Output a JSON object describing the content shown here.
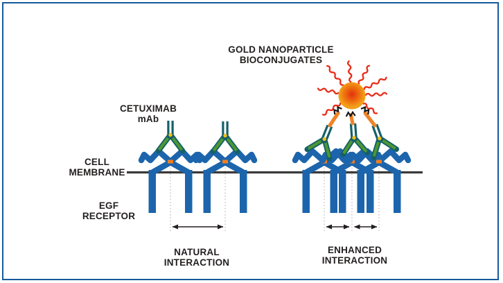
{
  "title": {
    "line1": "GOLD NANOPARTICLE",
    "line2": "BIOCONJUGATES"
  },
  "labels": {
    "cetuximab": {
      "line1": "CETUXIMAB",
      "line2": "mAb"
    },
    "cell_membrane": {
      "line1": "CELL",
      "line2": "MEMBRANE"
    },
    "egf_receptor": {
      "line1": "EGF",
      "line2": "RECEPTOR"
    },
    "natural": {
      "line1": "NATURAL",
      "line2": "INTERACTION"
    },
    "enhanced": {
      "line1": "ENHANCED",
      "line2": "INTERACTION"
    }
  },
  "palette": {
    "border_blue": "#15599c",
    "receptor_blue": "#1c65ac",
    "antibody_teal": "#156069",
    "antibody_green": "#4d9733",
    "hinge_yellow": "#f2c01a",
    "dimer_orange": "#f57e1e",
    "membrane_dark": "#3a3a3a",
    "nano_core": "#e23210",
    "nano_mid": "#ee6f0e",
    "nano_edge": "#f3a31a",
    "nano_rim": "#ea8c0e",
    "squiggle_red": "#e92c18",
    "linker_orange": "#ee8427",
    "dotted_gray": "#bdbdbd",
    "text_dark": "#231f1f"
  }
}
